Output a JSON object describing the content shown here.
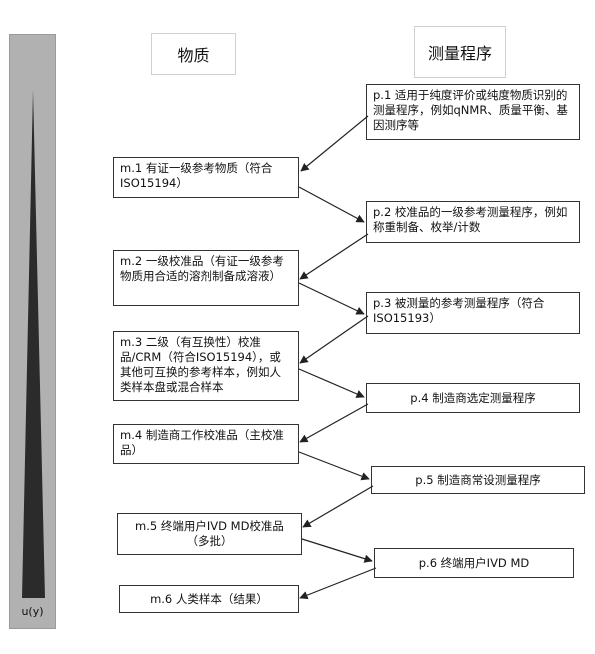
{
  "header": {
    "left": "物质",
    "right": "测量程序"
  },
  "bar": {
    "label": "u(y)"
  },
  "materials": [
    "m.1 有证一级参考物质（符合ISO15194）",
    "m.2 一级校准品（有证一级参考物质用合适的溶剂制备成溶液）",
    "m.3 二级（有互换性）校准品/CRM（符合ISO15194），或其他可互换的参考样本，例如人类样本盘或混合样本",
    "m.4 制造商工作校准品（主校准品）",
    "m.5 终端用户IVD MD校准品（多批）",
    "m.6 人类样本（结果）"
  ],
  "procedures": [
    "p.1 适用于纯度评价或纯度物质识别的测量程序，例如qNMR、质量平衡、基因测序等",
    "p.2 校准品的一级参考测量程序，例如称重制备、枚举/计数",
    "p.3 被测量的参考测量程序（符合ISO15193）",
    "p.4 制造商选定测量程序",
    "p.5 制造商常设测量程序",
    "p.6 终端用户IVD MD"
  ]
}
